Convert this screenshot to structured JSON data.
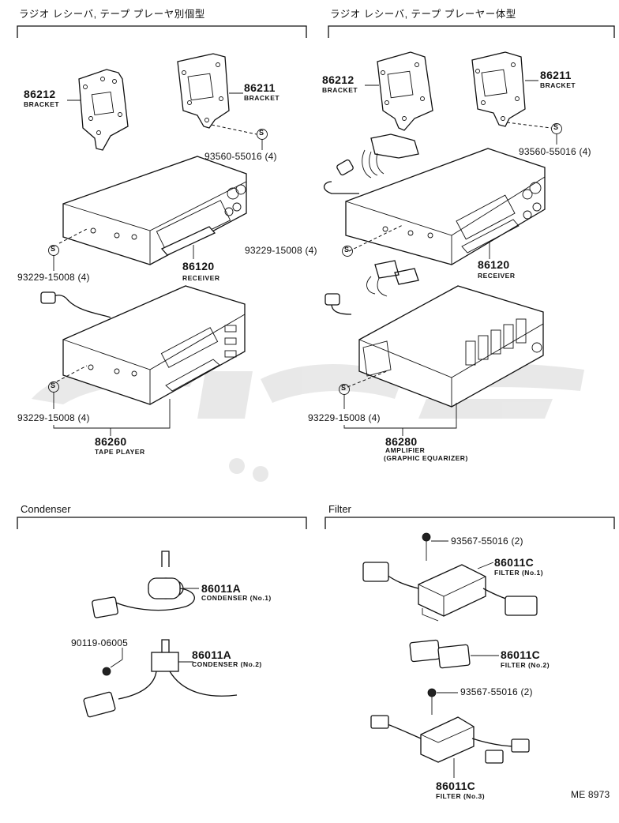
{
  "headers": {
    "left": "ラジオ レシーバ, テープ プレーヤ別個型",
    "right": "ラジオ レシーバ, テープ プレーヤー体型",
    "condenser": "Condenser",
    "filter": "Filter"
  },
  "parts_left": {
    "bracket_86212": {
      "num": "86212",
      "name": "BRACKET"
    },
    "bracket_86211": {
      "num": "86211",
      "name": "BRACKET"
    },
    "bolt_93560": "93560-55016 (4)",
    "screw_93229_a": "93229-15008 (4)",
    "receiver": {
      "num": "86120",
      "name": "RECEIVER"
    },
    "screw_93229_b": "93229-15008 (4)",
    "tape_player": {
      "num": "86260",
      "name": "TAPE PLAYER"
    }
  },
  "parts_right": {
    "bracket_86212": {
      "num": "86212",
      "name": "BRACKET"
    },
    "bracket_86211": {
      "num": "86211",
      "name": "BRACKET"
    },
    "bolt_93560": "93560-55016 (4)",
    "screw_93229_a": "93229-15008 (4)",
    "receiver": {
      "num": "86120",
      "name": "RECEIVER"
    },
    "screw_93229_b": "93229-15008 (4)",
    "amplifier": {
      "num": "86280",
      "name": "AMPLIFIER",
      "name2": "(GRAPHIC EQUARIZER)"
    }
  },
  "condenser_parts": {
    "c1": {
      "num": "86011A",
      "name": "CONDENSER (No.1)"
    },
    "screw": "90119-06005",
    "c2": {
      "num": "86011A",
      "name": "CONDENSER (No.2)"
    }
  },
  "filter_parts": {
    "bolt1": "93567-55016 (2)",
    "f1": {
      "num": "86011C",
      "name": "FILTER (No.1)"
    },
    "f2": {
      "num": "86011C",
      "name": "FILTER (No.2)"
    },
    "bolt2": "93567-55016 (2)",
    "f3": {
      "num": "86011C",
      "name": "FILTER (No.3)"
    }
  },
  "ref_code": "ME 8973",
  "screw_symbol": "S"
}
